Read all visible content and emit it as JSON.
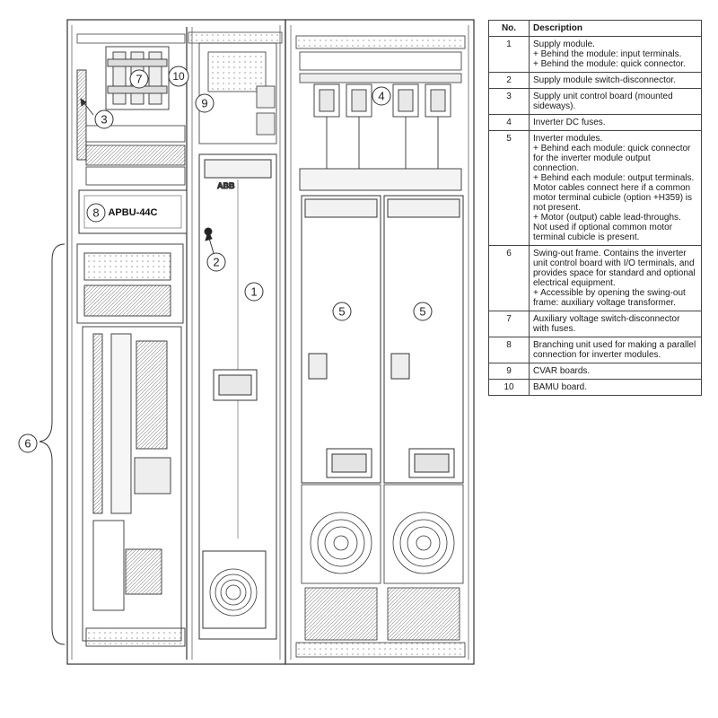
{
  "drawing": {
    "callouts": [
      "1",
      "2",
      "3",
      "4",
      "5",
      "5",
      "6",
      "7",
      "8",
      "9",
      "10"
    ],
    "module_label": "APBU-44C",
    "brand_mark": "ABB"
  },
  "legend": {
    "header": {
      "no": "No.",
      "description": "Description"
    },
    "rows": [
      {
        "no": "1",
        "lines": [
          "Supply module.",
          "+ Behind the module: input terminals.",
          "+ Behind the module: quick connector."
        ]
      },
      {
        "no": "2",
        "lines": [
          "Supply module switch-disconnector."
        ]
      },
      {
        "no": "3",
        "lines": [
          "Supply unit control board (mounted sideways)."
        ]
      },
      {
        "no": "4",
        "lines": [
          "Inverter DC fuses."
        ]
      },
      {
        "no": "5",
        "lines": [
          "Inverter modules.",
          "+ Behind each module: quick connector for the inverter module output connection.",
          "+ Behind each module: output terminals. Motor cables connect here if a common motor terminal cubicle (option +H359) is not present.",
          "+ Motor (output) cable lead-throughs. Not used if optional common motor terminal cubicle is present."
        ]
      },
      {
        "no": "6",
        "lines": [
          "Swing-out frame. Contains the inverter unit control board with I/O terminals, and provides space for standard and optional electrical equipment.",
          "+ Accessible by opening the swing-out frame: auxiliary voltage transformer."
        ]
      },
      {
        "no": "7",
        "lines": [
          "Auxiliary voltage switch-disconnector with fuses."
        ]
      },
      {
        "no": "8",
        "lines": [
          "Branching unit used for making a parallel connection for inverter modules."
        ]
      },
      {
        "no": "9",
        "lines": [
          "CVAR boards."
        ]
      },
      {
        "no": "10",
        "lines": [
          "BAMU board."
        ]
      }
    ]
  }
}
